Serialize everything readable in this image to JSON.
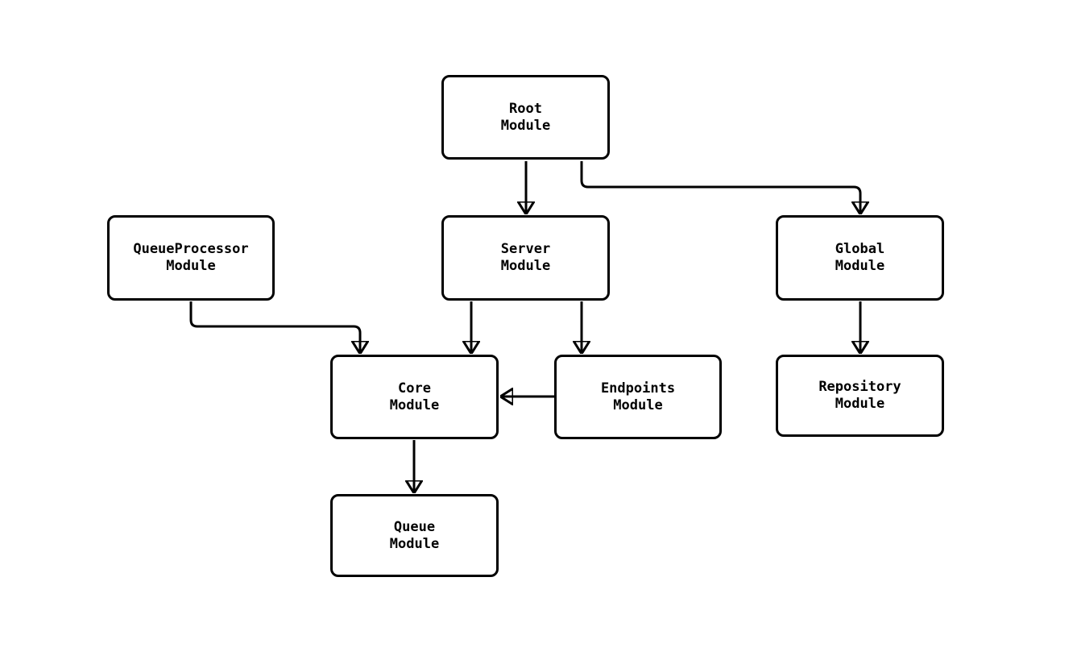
{
  "diagram_title": "",
  "colors": {
    "background": "#ffffff",
    "node_fill": "#ffffff",
    "node_border": "#000000",
    "edge": "#000000",
    "text": "#000000"
  },
  "nodes": [
    {
      "id": "root",
      "line1": "Root",
      "line2": "Module"
    },
    {
      "id": "queueprocessor",
      "line1": "QueueProcessor",
      "line2": "Module"
    },
    {
      "id": "server",
      "line1": "Server",
      "line2": "Module"
    },
    {
      "id": "global",
      "line1": "Global",
      "line2": "Module"
    },
    {
      "id": "core",
      "line1": "Core",
      "line2": "Module"
    },
    {
      "id": "endpoints",
      "line1": "Endpoints",
      "line2": "Module"
    },
    {
      "id": "repository",
      "line1": "Repository",
      "line2": "Module"
    },
    {
      "id": "queue",
      "line1": "Queue",
      "line2": "Module"
    }
  ],
  "edges": [
    {
      "from": "Root Module",
      "to": "Server Module"
    },
    {
      "from": "Root Module",
      "to": "Global Module"
    },
    {
      "from": "QueueProcessor Module",
      "to": "Core Module"
    },
    {
      "from": "Server Module",
      "to": "Core Module"
    },
    {
      "from": "Server Module",
      "to": "Endpoints Module"
    },
    {
      "from": "Endpoints Module",
      "to": "Core Module"
    },
    {
      "from": "Global Module",
      "to": "Repository Module"
    },
    {
      "from": "Core Module",
      "to": "Queue Module"
    }
  ]
}
